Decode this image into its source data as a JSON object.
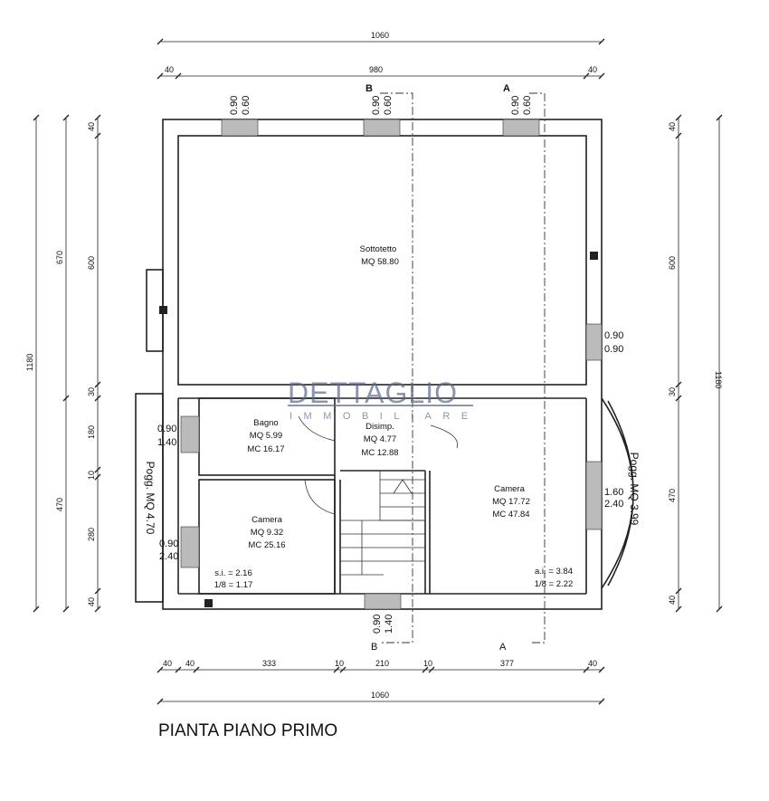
{
  "title": "PIANTA PIANO PRIMO",
  "watermark": {
    "line1": "DETTAGLIO",
    "line2": "IMMOBILIARE",
    "color": "#5b6a8c"
  },
  "dimensions": {
    "top_total": "1060",
    "top_parts": [
      "40",
      "980",
      "40"
    ],
    "bottom_total": "1060",
    "bottom_parts": [
      "40",
      "40",
      "333",
      "10",
      "210",
      "10",
      "377",
      "40"
    ],
    "left_total": "1180",
    "left_mid": [
      "670",
      "470"
    ],
    "left_parts": [
      "40",
      "600",
      "30",
      "180",
      "10",
      "280",
      "40"
    ],
    "right_total": "1180",
    "right_parts": [
      "40",
      "600",
      "30",
      "470",
      "40"
    ]
  },
  "windows": {
    "top1": [
      "0.90",
      "0.60"
    ],
    "top2": [
      "0.90",
      "0.60"
    ],
    "top3": [
      "0.90",
      "0.60"
    ],
    "right_upper": [
      "0.90",
      "0.90"
    ],
    "bagno": [
      "0.90",
      "1.40"
    ],
    "camera_left": [
      "0.90",
      "2.40"
    ],
    "camera_right": [
      "1.60",
      "2.40"
    ],
    "bottom": [
      "0.90",
      "1.40"
    ]
  },
  "sections": {
    "a": "A",
    "b": "B"
  },
  "rooms": {
    "sottotetto": {
      "name": "Sottotetto",
      "mq": "MQ  58.80"
    },
    "bagno": {
      "name": "Bagno",
      "mq": "MQ  5.99",
      "mc": "MC  16.17"
    },
    "disimp": {
      "name": "Disimp.",
      "mq": "MQ  4.77",
      "mc": "MC  12.88"
    },
    "camera_left": {
      "name": "Camera",
      "mq": "MQ  9.32",
      "mc": "MC  25.16",
      "si": "s.i.  =  2.16",
      "ratio": "1/8  =  1.17"
    },
    "camera_right": {
      "name": "Camera",
      "mq": "MQ  17.72",
      "mc": "MC  47.84",
      "si": "a.i.  =  3.84",
      "ratio": "1/8  =  2.22"
    },
    "pogg_left": "Pogg.  MQ  4.70",
    "pogg_right": "Pogg.  MQ  3.99"
  }
}
